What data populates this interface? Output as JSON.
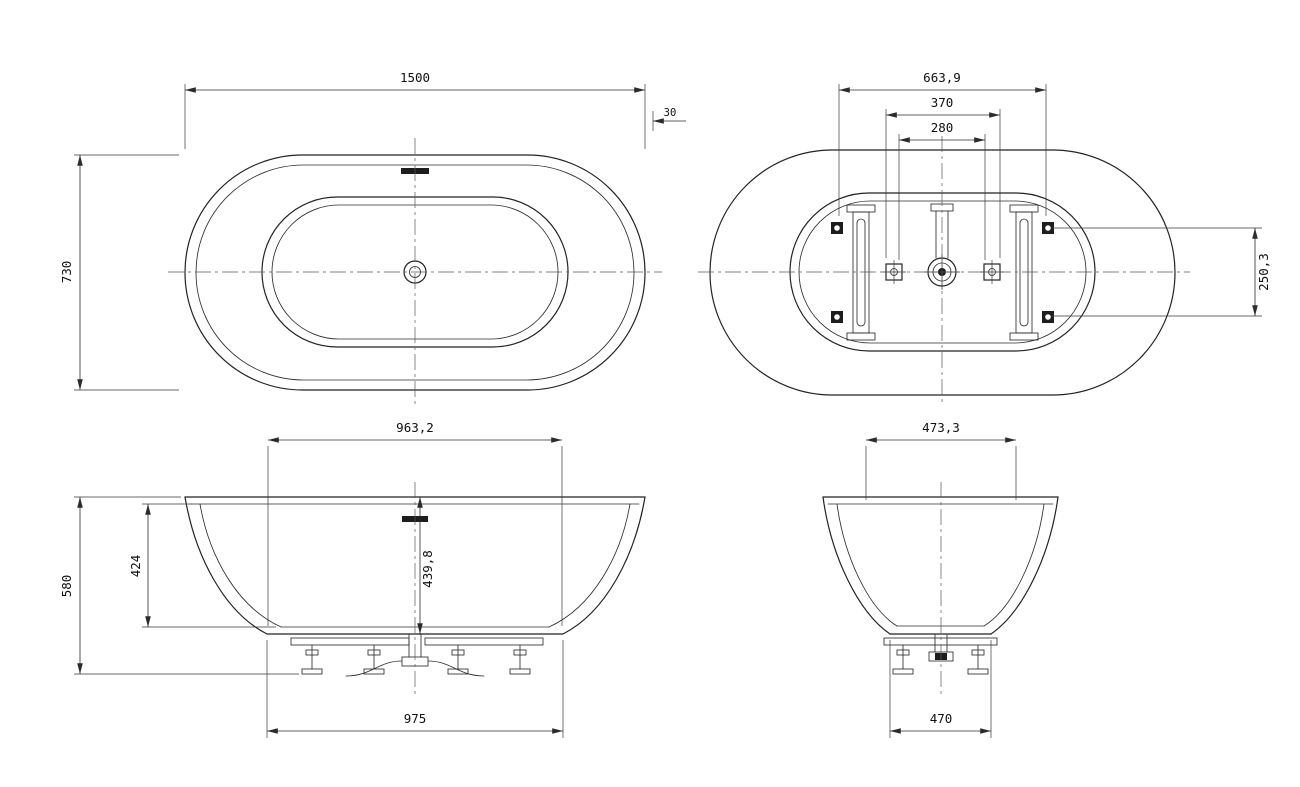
{
  "drawing": {
    "line_color": "#232323",
    "background": "#ffffff",
    "top_view": {
      "dims": {
        "length": "1500",
        "rim_offset": "30",
        "width": "730"
      }
    },
    "bottom_view": {
      "dims": {
        "bracket_span": "663,9",
        "fixing_span_outer": "370",
        "fixing_span_inner": "280",
        "bracket_spacing": "250,3"
      }
    },
    "front_view": {
      "dims": {
        "top_inner_width": "963,2",
        "inner_depth": "424",
        "center_depth": "439,8",
        "overall_height": "580",
        "base_width": "975"
      }
    },
    "side_view": {
      "dims": {
        "top_inner_width": "473,3",
        "base_width": "470"
      }
    }
  }
}
